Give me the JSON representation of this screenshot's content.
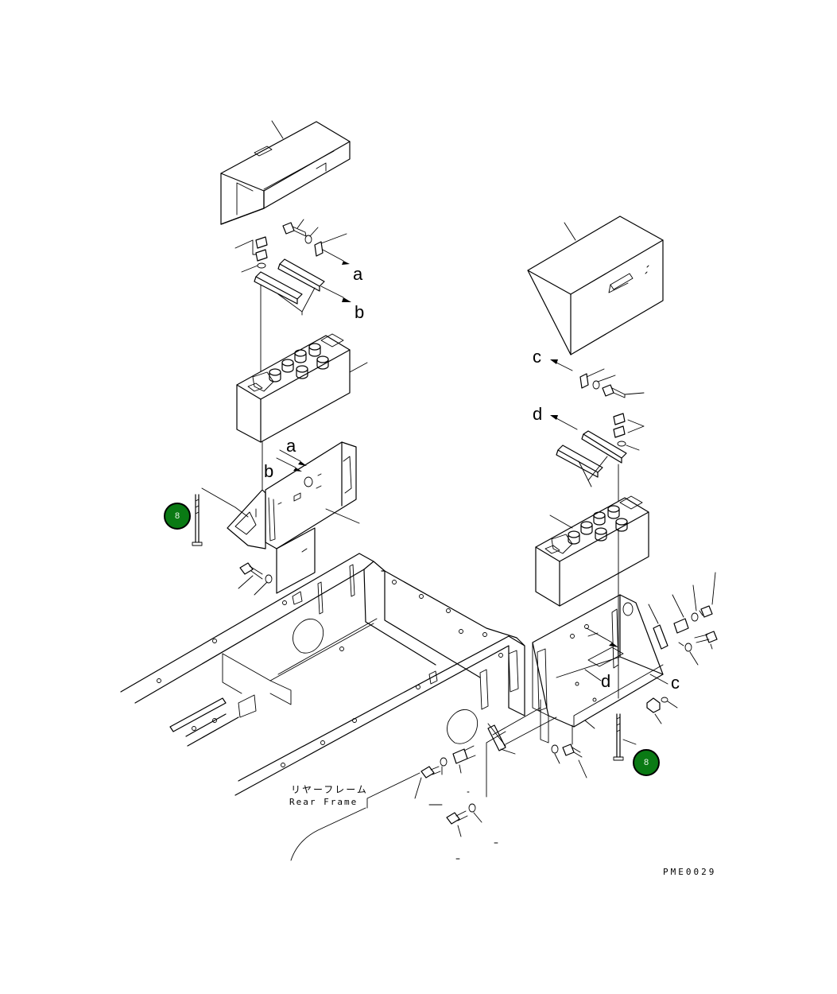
{
  "callouts": {
    "upper_a": "a",
    "upper_b": "b",
    "mid_a": "a",
    "mid_b": "b",
    "right_c": "c",
    "right_d": "d",
    "lower_d": "d",
    "lower_c": "c"
  },
  "badges": {
    "left": "8",
    "right": "8"
  },
  "frame_label": {
    "japanese": "リヤーフレーム",
    "english": "Rear Frame"
  },
  "drawing_code": "PME0029",
  "colors": {
    "badge_fill": "#0a7a14",
    "line": "#000000",
    "background": "#ffffff"
  }
}
